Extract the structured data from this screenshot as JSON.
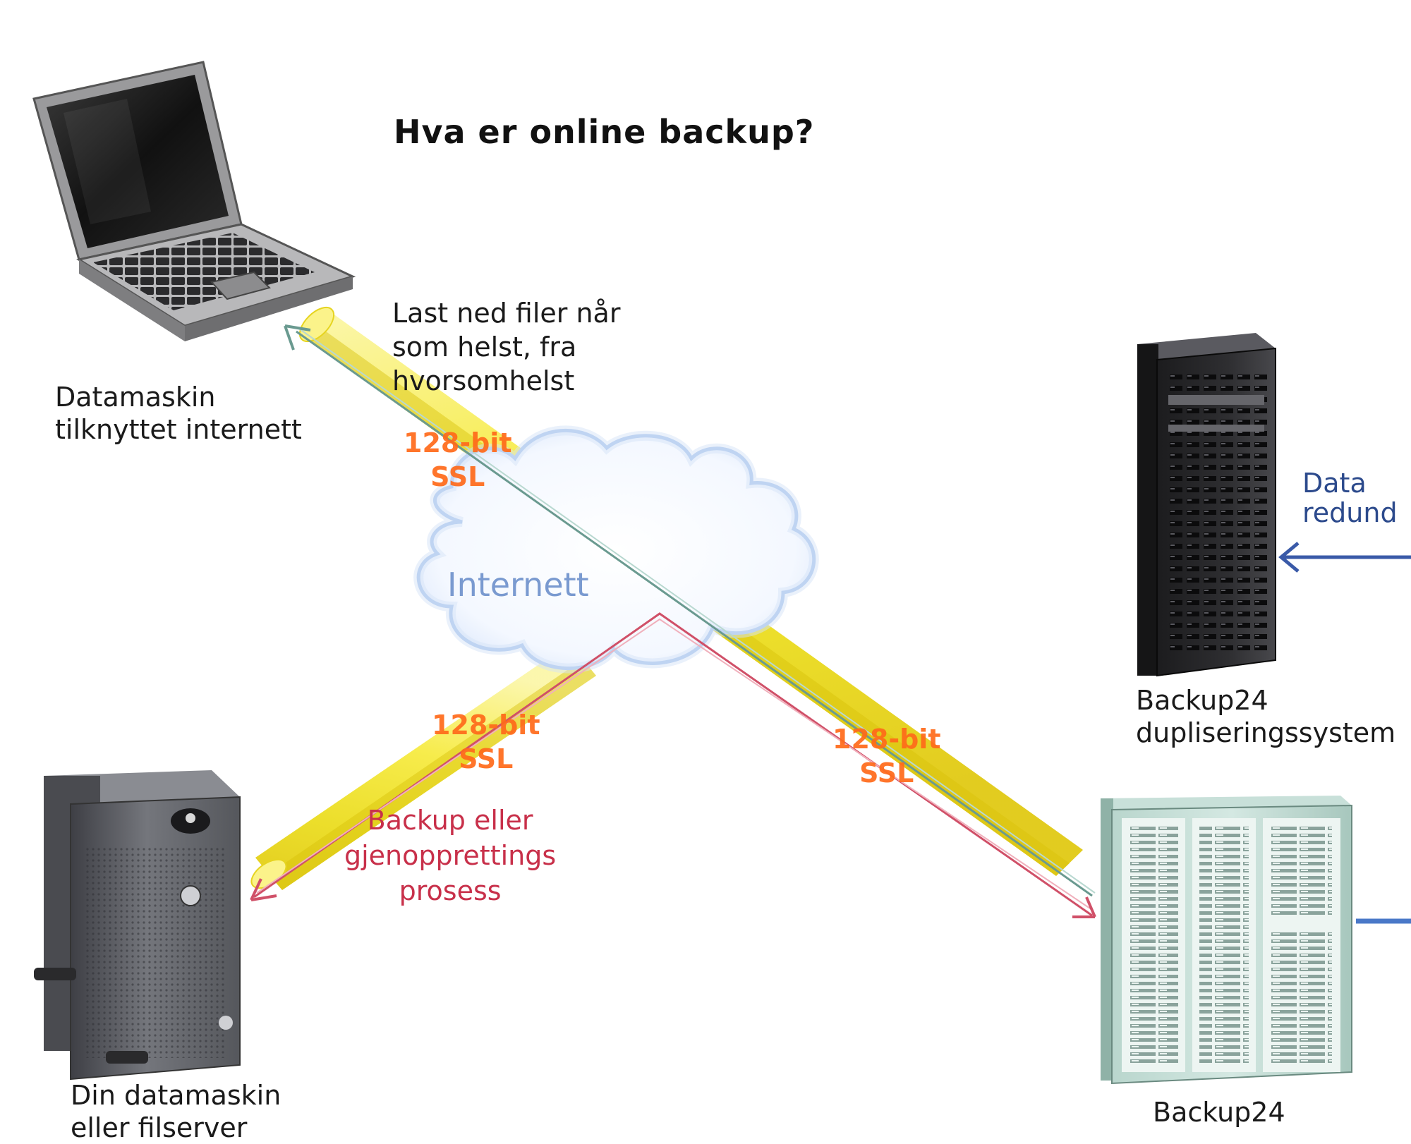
{
  "title": "Hva er online backup?",
  "nodes": {
    "laptop": {
      "line1": "Datamaskin",
      "line2": "tilknyttet internett"
    },
    "server_small": {
      "line1": "Din datamaskin",
      "line2": "eller filserver"
    },
    "dup_system": {
      "line1": "Backup24",
      "line2": "dupliseringssystem"
    },
    "datacenter": {
      "line1": "Backup24"
    }
  },
  "cloud": {
    "label": "Internett"
  },
  "annotations": {
    "download": {
      "line1": "Last ned filer når",
      "line2": "som helst, fra",
      "line3": "hvorsomhelst"
    },
    "process": {
      "line1": "Backup eller",
      "line2": "gjenopprettings",
      "line3": "prosess"
    },
    "redundancy": {
      "line1": "Data",
      "line2": "redund"
    }
  },
  "ssl_badges": [
    {
      "line1": "128-bit",
      "line2": "SSL"
    },
    {
      "line1": "128-bit",
      "line2": "SSL"
    },
    {
      "line1": "128-bit",
      "line2": "SSL"
    }
  ],
  "colors": {
    "tube": "#f2e22a",
    "ssl_text": "#ff6a1a",
    "process_arrow": "#d05068",
    "download_arrow": "#6a9a90",
    "redundancy_arrow": "#3a5aa8",
    "cloud_outline": "#a9c4ec"
  }
}
